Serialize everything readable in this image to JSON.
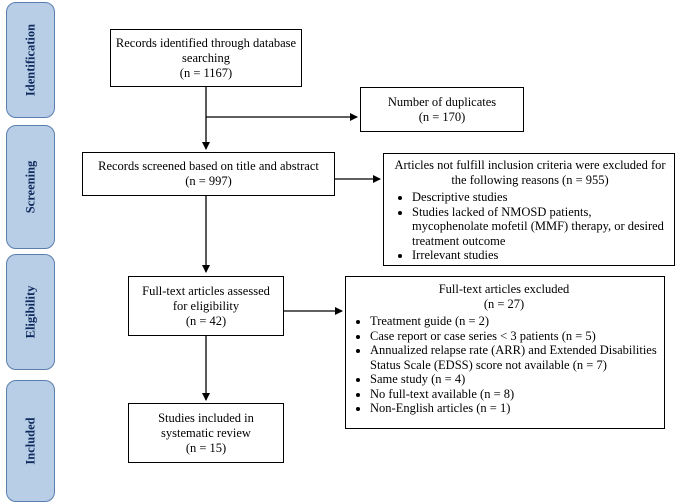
{
  "stages": [
    "Identification",
    "Screening",
    "Eligibility",
    "Included"
  ],
  "identified": {
    "line1": "Records identified through database",
    "line2": "searching",
    "line3": "(n = 1167)"
  },
  "duplicates": {
    "line1": "Number of duplicates",
    "line2": "(n = 170)"
  },
  "screened": {
    "line1": "Records screened based on title and abstract",
    "line2": "(n = 997)"
  },
  "excluded_screen": {
    "line1": "Articles not fulfill  inclusion  criteria were excluded for",
    "line2": "the following  reasons (n = 955)",
    "items": [
      "Descriptive studies",
      "Studies lacked of NMOSD patients, mycophenolate mofetil (MMF) therapy, or desired treatment outcome",
      "Irrelevant studies"
    ]
  },
  "fulltext": {
    "line1": "Full-text articles assessed",
    "line2": "for eligibility",
    "line3": "(n = 42)"
  },
  "excluded_fulltext": {
    "line1": "Full-text articles excluded",
    "line2": "(n = 27)",
    "items": [
      "Treatment guide (n = 2)",
      "Case report or case series < 3 patients (n = 5)",
      "Annualized relapse rate (ARR) and Extended Disabilities Status Scale (EDSS) score not available (n = 7)",
      "Same study (n = 4)",
      "No full-text available (n = 8)",
      "Non-English articles (n = 1)"
    ]
  },
  "included": {
    "line1": "Studies included in",
    "line2": "systematic review",
    "line3": "(n = 15)"
  }
}
